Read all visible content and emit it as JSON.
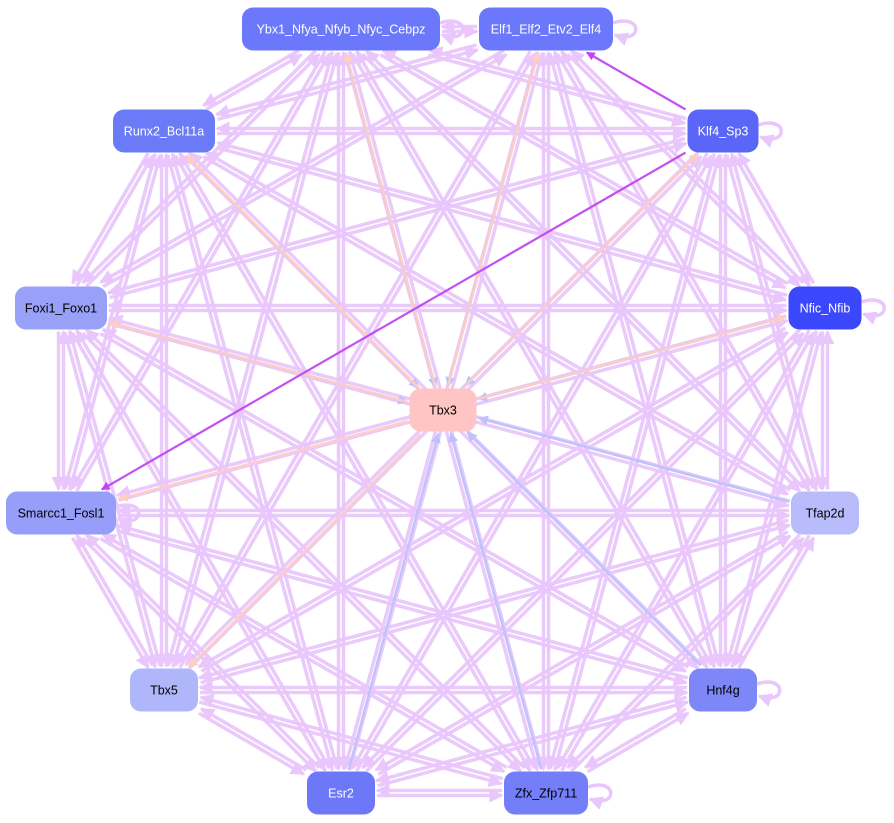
{
  "colors": {
    "mesh": "#e9c6fb",
    "strong": "#c146f3",
    "to_hub_blue": "#bcc3fb",
    "to_hub_peach": "#fdcfc4"
  },
  "nodes": [
    {
      "id": "y",
      "label": "Ybx1_Nfya_Nfyb_Nfyc_Cebpz",
      "fill": "#6b78fb",
      "text": "#ffffff"
    },
    {
      "id": "e",
      "label": "Elf1_Elf2_Etv2_Elf4",
      "fill": "#6b78fb",
      "text": "#ffffff"
    },
    {
      "id": "r",
      "label": "Runx2_Bcl11a",
      "fill": "#6b7bf8",
      "text": "#ffffff"
    },
    {
      "id": "k",
      "label": "Klf4_Sp3",
      "fill": "#5a66f7",
      "text": "#ffffff"
    },
    {
      "id": "f",
      "label": "Foxi1_Foxo1",
      "fill": "#98a0f8",
      "text": "#000000"
    },
    {
      "id": "n",
      "label": "Nfic_Nfib",
      "fill": "#3a47fa",
      "text": "#ffffff"
    },
    {
      "id": "hub",
      "label": "Tbx3",
      "fill": "#ffc4c4",
      "text": "#000000"
    },
    {
      "id": "s",
      "label": "Smarcc1_Fosl1",
      "fill": "#969ef9",
      "text": "#000000"
    },
    {
      "id": "td",
      "label": "Tfap2d",
      "fill": "#b9bcfb",
      "text": "#000000"
    },
    {
      "id": "t5",
      "label": "Tbx5",
      "fill": "#b0b6fa",
      "text": "#000000"
    },
    {
      "id": "h",
      "label": "Hnf4g",
      "fill": "#7d87f7",
      "text": "#000000"
    },
    {
      "id": "es",
      "label": "Esr2",
      "fill": "#6d78f8",
      "text": "#ffffff"
    },
    {
      "id": "z",
      "label": "Zfx_Zfp711",
      "fill": "#737ef8",
      "text": "#000000"
    }
  ],
  "self_loops": [
    "y",
    "e",
    "k",
    "n",
    "h",
    "z",
    "s"
  ],
  "mesh_edges": [
    "y-e",
    "y-r",
    "y-k",
    "y-f",
    "y-n",
    "y-s",
    "y-td",
    "y-t5",
    "y-h",
    "y-es",
    "y-z",
    "e-r",
    "e-f",
    "e-n",
    "e-td",
    "e-t5",
    "e-h",
    "e-es",
    "e-z",
    "r-k",
    "r-f",
    "r-n",
    "r-s",
    "r-td",
    "r-t5",
    "r-h",
    "r-es",
    "r-z",
    "k-f",
    "k-n",
    "k-td",
    "k-t5",
    "k-h",
    "k-es",
    "k-z",
    "f-n",
    "f-s",
    "f-td",
    "f-t5",
    "f-h",
    "f-es",
    "f-z",
    "n-s",
    "n-td",
    "n-t5",
    "n-h",
    "n-es",
    "n-z",
    "s-td",
    "s-t5",
    "s-h",
    "s-es",
    "s-z",
    "td-t5",
    "td-h",
    "td-es",
    "td-z",
    "t5-h",
    "t5-es",
    "t5-z",
    "h-es",
    "h-z",
    "es-z"
  ],
  "strong_edges": [
    {
      "from": "k",
      "to": "e"
    },
    {
      "from": "k",
      "to": "s"
    }
  ],
  "hub_edges": [
    {
      "from": "y",
      "to": "hub",
      "color": "blue"
    },
    {
      "from": "hub",
      "to": "y",
      "color": "peach"
    },
    {
      "from": "e",
      "to": "hub",
      "color": "blue"
    },
    {
      "from": "hub",
      "to": "e",
      "color": "peach"
    },
    {
      "from": "r",
      "to": "hub",
      "color": "blue"
    },
    {
      "from": "hub",
      "to": "r",
      "color": "peach"
    },
    {
      "from": "k",
      "to": "hub",
      "color": "blue"
    },
    {
      "from": "hub",
      "to": "k",
      "color": "peach"
    },
    {
      "from": "n",
      "to": "hub",
      "color": "blue"
    },
    {
      "from": "hub",
      "to": "n",
      "color": "peach"
    },
    {
      "from": "f",
      "to": "hub",
      "color": "blue"
    },
    {
      "from": "hub",
      "to": "f",
      "color": "peach"
    },
    {
      "from": "hub",
      "to": "s",
      "color": "peach"
    },
    {
      "from": "td",
      "to": "hub",
      "color": "blue"
    },
    {
      "from": "hub",
      "to": "t5",
      "color": "peach"
    },
    {
      "from": "h",
      "to": "hub",
      "color": "blue"
    },
    {
      "from": "es",
      "to": "hub",
      "color": "blue"
    },
    {
      "from": "z",
      "to": "hub",
      "color": "blue"
    }
  ]
}
